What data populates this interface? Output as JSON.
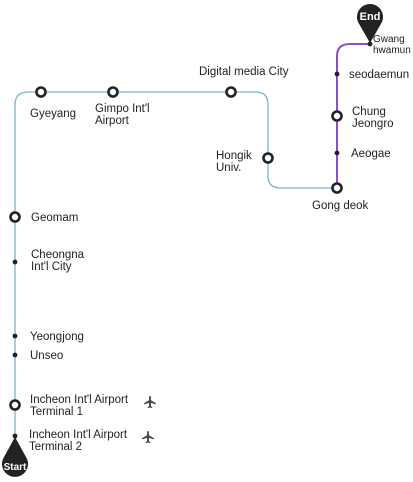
{
  "colors": {
    "airport_line": "#7ab3d4",
    "seoul_line": "#8a4fd0",
    "marker": "#222222"
  },
  "markers": {
    "start": "Start",
    "end": "End"
  },
  "stations": {
    "gwanghwamun": [
      "Gwang",
      "hwamun"
    ],
    "seodaemun": [
      "seodaemun"
    ],
    "chungjeongro": [
      "Chung",
      "Jeongro"
    ],
    "aeogae": [
      "Aeogae"
    ],
    "gongdeok": [
      "Gong deok"
    ],
    "hongik": [
      "Hongik",
      "Univ."
    ],
    "digital_media_city": [
      "Digital media City"
    ],
    "gimpo": [
      "Gimpo Int'l",
      "Airport"
    ],
    "gyeyang": [
      "Gyeyang"
    ],
    "geomam": [
      "Geomam"
    ],
    "cheongna": [
      "Cheongna",
      "Int'l City"
    ],
    "yeongjong": [
      "Yeongjong"
    ],
    "unseo": [
      "Unseo"
    ],
    "incheon_t1": [
      "Incheon Int'l Airport",
      "Terminal 1"
    ],
    "incheon_t2": [
      "Incheon Int'l Airport",
      "Terminal 2"
    ]
  },
  "icons": {
    "airport": "airplane-icon"
  }
}
